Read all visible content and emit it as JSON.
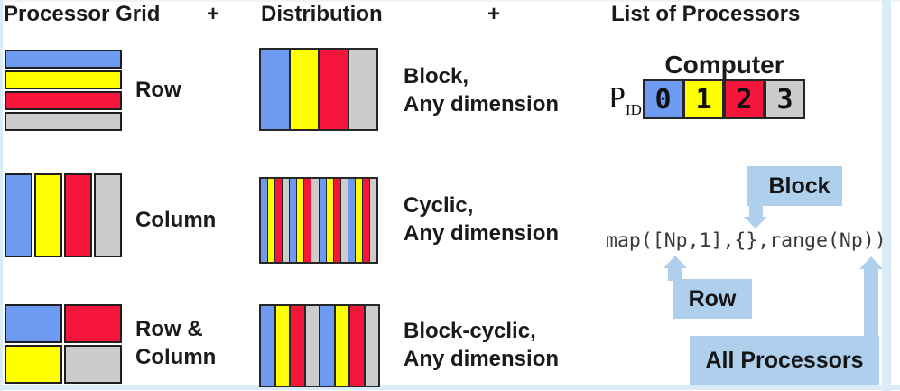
{
  "colors": {
    "blue": "#6d9bf2",
    "yellow": "#ffff00",
    "red": "#f7163b",
    "gray": "#cccccc",
    "callout_blue": "#aed0ec",
    "edge_blue": "#d9ecf8",
    "border_dark": "#1f1f1f"
  },
  "header": {
    "processor_grid": "Processor Grid",
    "plus": "+",
    "distribution": "Distribution",
    "list_of_processors": "List of Processors"
  },
  "grid_rows": [
    {
      "label_lines": [
        "Row",
        ""
      ],
      "dist_lines": [
        "Block,",
        "Any dimension"
      ]
    },
    {
      "label_lines": [
        "Column",
        ""
      ],
      "dist_lines": [
        "Cyclic,",
        "Any dimension"
      ]
    },
    {
      "label_lines": [
        "Row &",
        "Column"
      ],
      "dist_lines": [
        "Block-cyclic,",
        "Any dimension"
      ]
    }
  ],
  "patterns": {
    "row_grid": [
      "blue",
      "yellow",
      "red",
      "gray"
    ],
    "column_grid": [
      "blue",
      "yellow",
      "red",
      "gray"
    ],
    "row_column_grid": [
      "blue",
      "red",
      "yellow",
      "gray"
    ],
    "block": [
      "blue",
      "yellow",
      "red",
      "gray"
    ],
    "cyclic": [
      "blue",
      "yellow",
      "red",
      "gray",
      "blue",
      "yellow",
      "red",
      "gray",
      "blue",
      "yellow",
      "red",
      "gray",
      "blue",
      "yellow",
      "red",
      "gray"
    ],
    "block_cyclic": [
      "blue",
      "yellow",
      "red",
      "gray",
      "blue",
      "yellow",
      "red",
      "gray"
    ]
  },
  "computer": {
    "title": "Computer",
    "pid_base": "P",
    "pid_sub": "ID",
    "cells": [
      {
        "id": "0",
        "color": "blue"
      },
      {
        "id": "1",
        "color": "yellow"
      },
      {
        "id": "2",
        "color": "red"
      },
      {
        "id": "3",
        "color": "gray"
      }
    ]
  },
  "code": "map([Np,1],{},range(Np))",
  "callouts": {
    "block": "Block",
    "row": "Row",
    "all_processors": "All Processors"
  }
}
